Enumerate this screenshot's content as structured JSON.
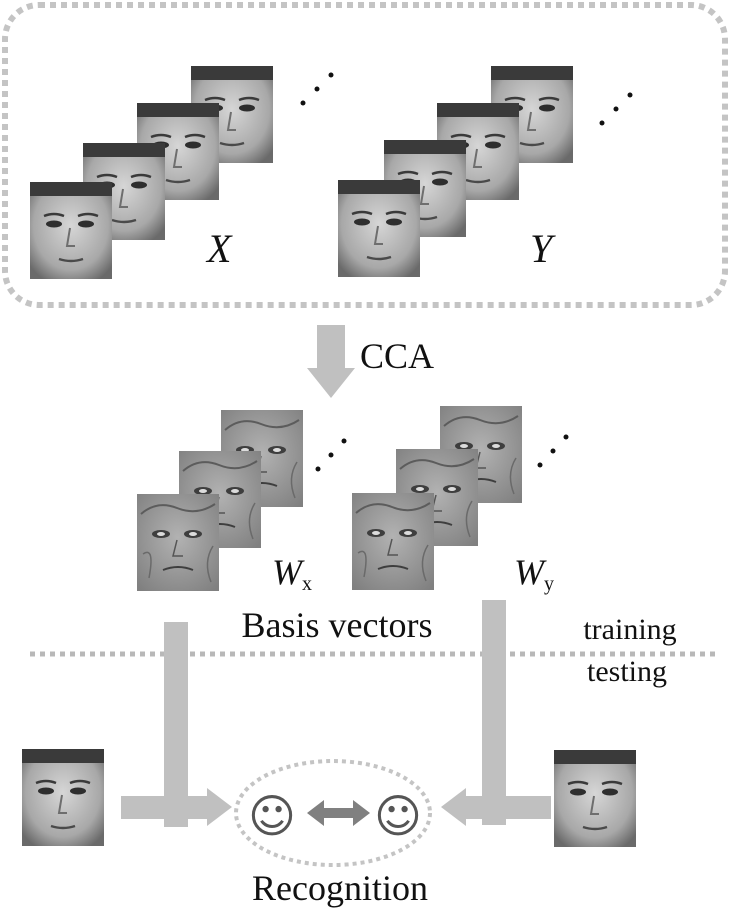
{
  "labels": {
    "set_x": "X",
    "set_y": "Y",
    "transform": "CCA",
    "basis_x_main": "W",
    "basis_x_sub": "x",
    "basis_y_main": "W",
    "basis_y_sub": "y",
    "basis_caption": "Basis vectors",
    "phase_training": "training",
    "phase_testing": "testing",
    "result": "Recognition"
  },
  "icons": {
    "face_left": "☺",
    "face_right": "☺"
  },
  "colors": {
    "dotted_border": "#c4c4c4",
    "arrow": "#c0c0c0",
    "double_arrow": "#808080"
  }
}
